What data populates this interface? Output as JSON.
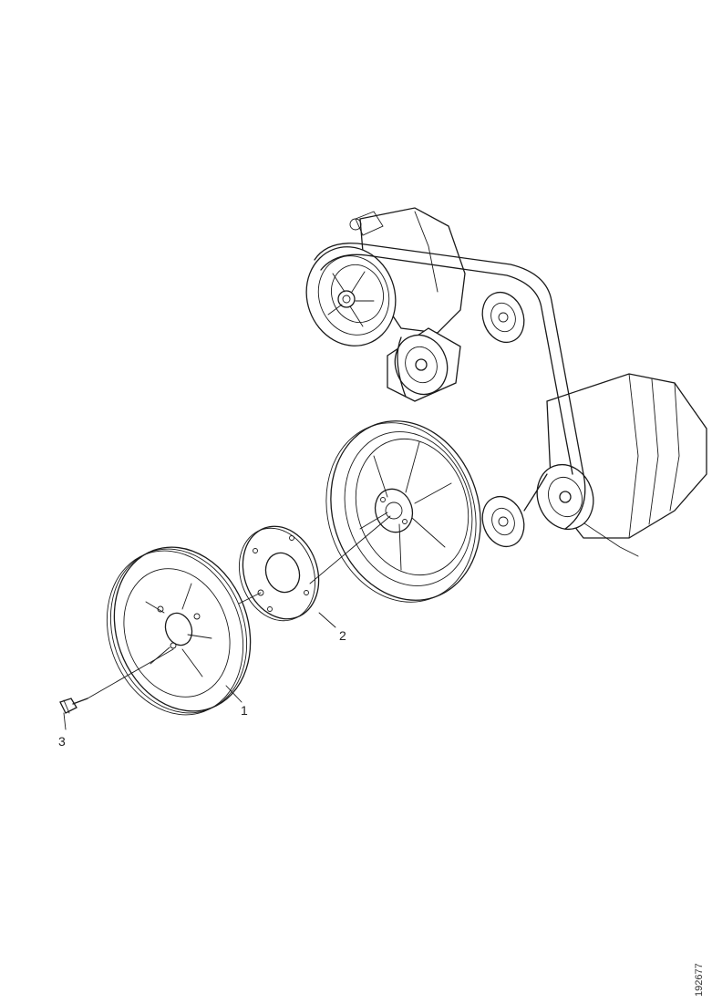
{
  "diagram": {
    "callouts": [
      {
        "id": "1",
        "label": "1"
      },
      {
        "id": "2",
        "label": "2"
      },
      {
        "id": "3",
        "label": "3"
      }
    ],
    "figure_id": "192677"
  }
}
